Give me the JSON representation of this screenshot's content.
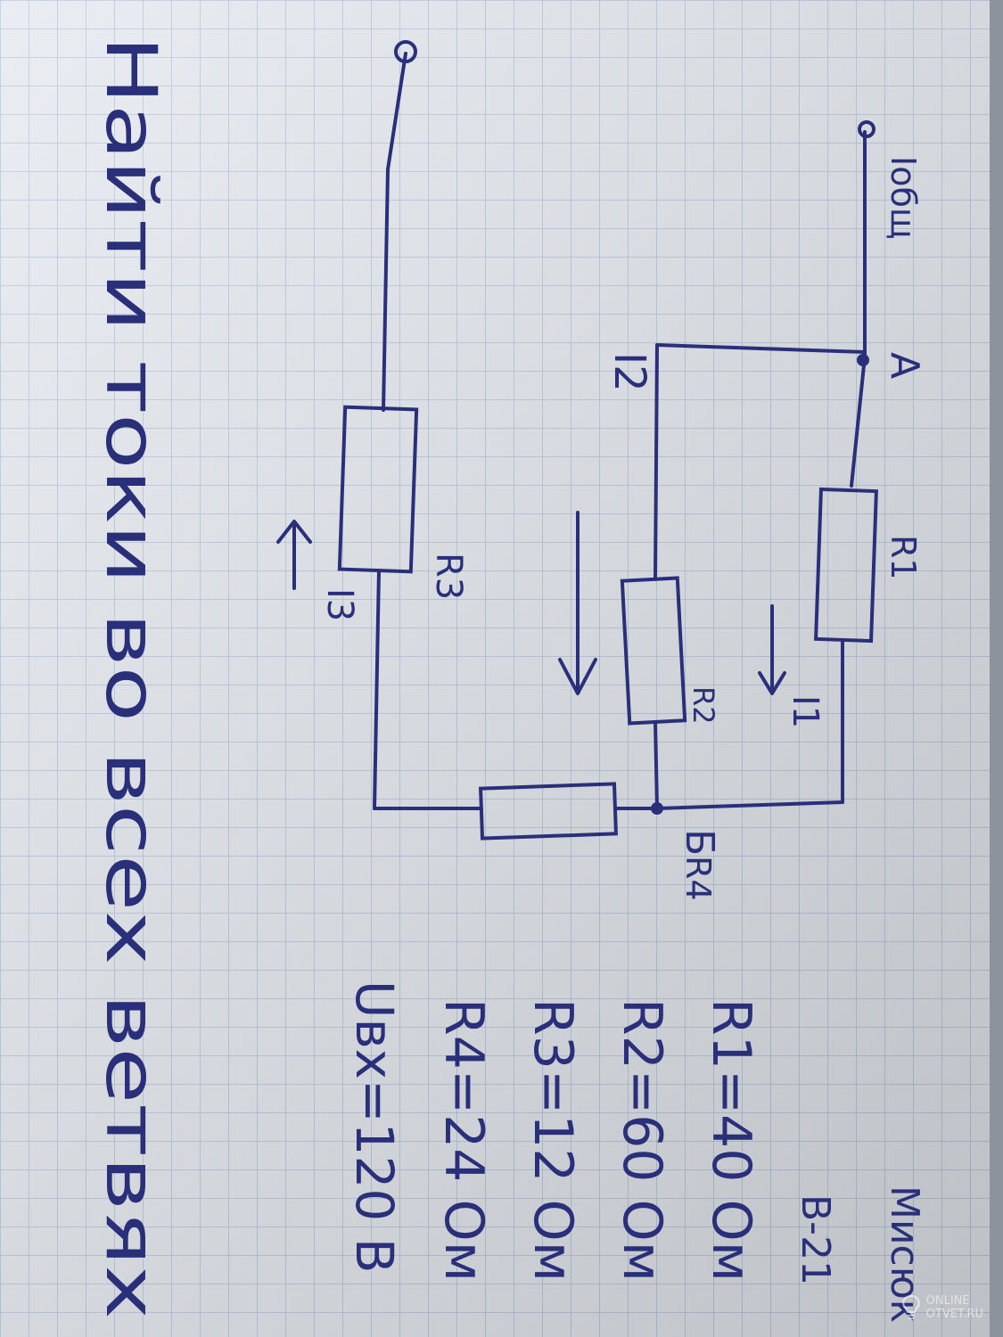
{
  "photo": {
    "subject": "handwritten circuit diagram on grid paper",
    "paper_color": "#e8ecf2",
    "grid_color": "#9fb3d6",
    "ink_color": "#2a2f7a"
  },
  "circuit": {
    "current_total_label": "Iобщ",
    "node_a_label": "A",
    "node_b_label": "Б",
    "resistor_labels": [
      "R1",
      "R2",
      "R3",
      "R4"
    ],
    "current_labels": [
      "I1",
      "I2",
      "I3"
    ]
  },
  "notes": {
    "variant_title": "Мисюк",
    "variant_number": "В-21",
    "given": [
      "R1=40 Ом",
      "R2=60 Ом",
      "R3=12 Ом",
      "R4=24 Ом",
      "Uвх=120 В"
    ],
    "task": "Найти токи во всех ветвях"
  },
  "watermark": {
    "line1": "ONLINE",
    "line2": "OTVET.RU",
    "icon": "lightbulb-icon"
  }
}
